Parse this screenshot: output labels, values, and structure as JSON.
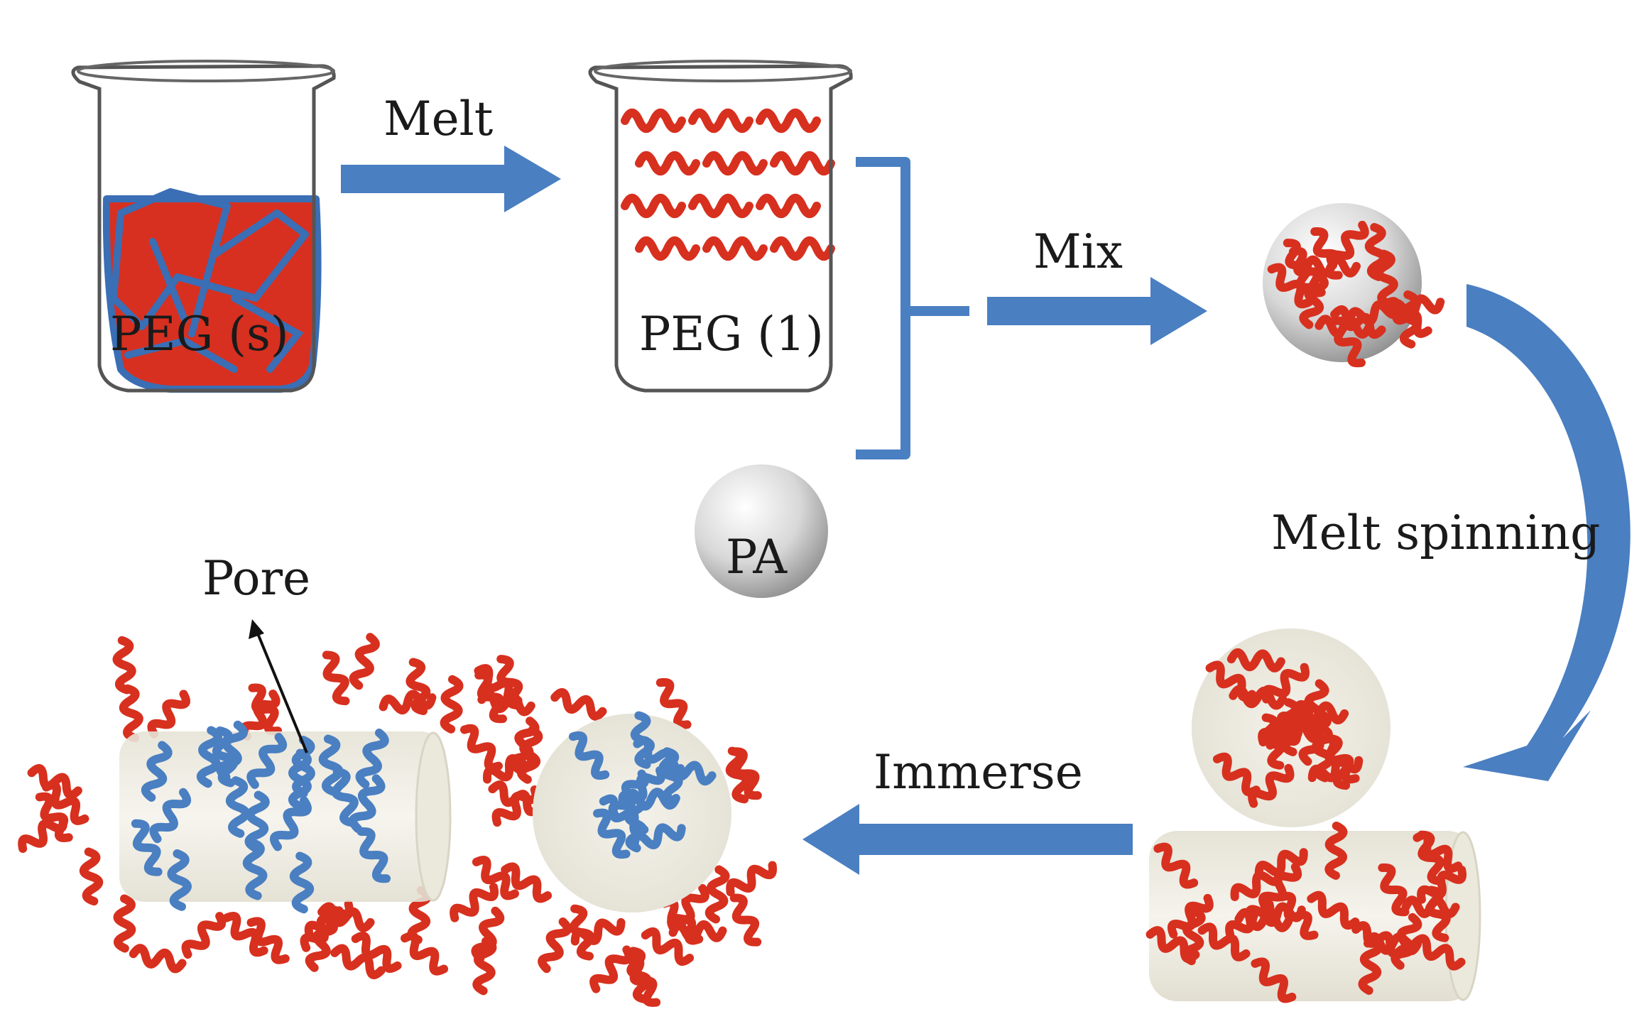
{
  "labels": {
    "peg_solid": "PEG (s)",
    "peg_liquid": "PEG (1)",
    "pa": "PA",
    "melt": "Melt",
    "mix": "Mix",
    "melt_spinning": "Melt spinning",
    "immerse": "Immerse",
    "pore": "Pore"
  },
  "colors": {
    "arrow": "#4a7fc1",
    "peg_chain": "#d7301f",
    "pore_chain": "#4a7fc1",
    "fiber": "#efede4"
  }
}
